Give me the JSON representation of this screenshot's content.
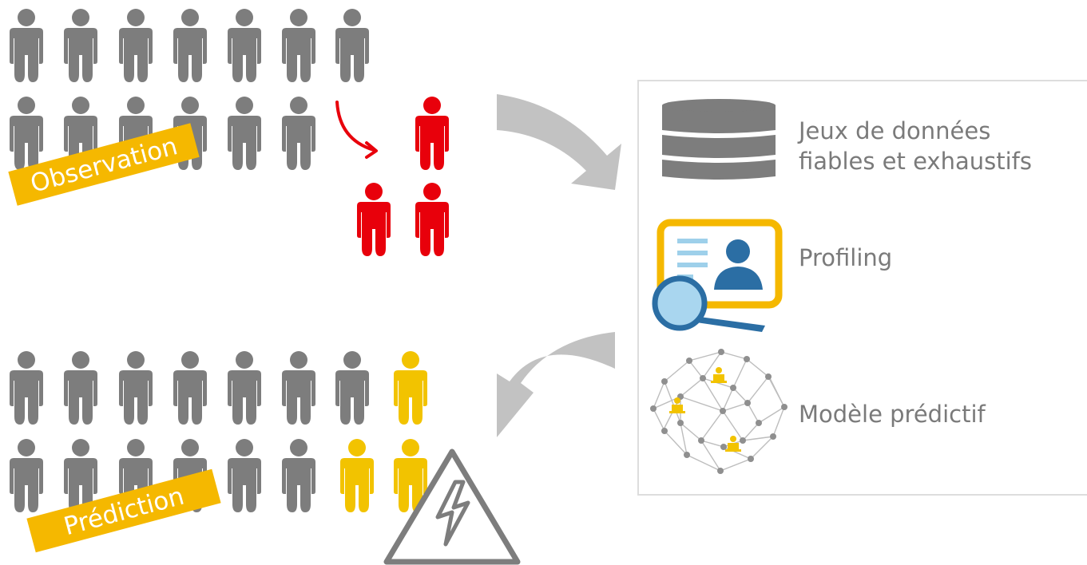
{
  "labels": {
    "observation": "Observation",
    "prediction": "Prédiction"
  },
  "panel": {
    "items": [
      {
        "icon": "database-icon",
        "text_lines": [
          "Jeux de données",
          "fiables et exhaustifs"
        ]
      },
      {
        "icon": "profile-search-icon",
        "text_lines": [
          "Profiling"
        ]
      },
      {
        "icon": "network-model-icon",
        "text_lines": [
          "Modèle prédictif"
        ]
      }
    ]
  },
  "colors": {
    "person_default": "#7d7d7d",
    "person_observed": "#e8000b",
    "person_predicted": "#f2c300",
    "tag_background": "#f5b800",
    "arrow_grey": "#c2c2c2",
    "arrow_red": "#e8000b",
    "panel_border": "#dddddd",
    "label_text": "#7a7a7a"
  },
  "icons": {
    "observation_arrow": "curved-arrow-icon",
    "flow_arrow_right": "curved-arrow-right-icon",
    "flow_arrow_left": "curved-arrow-left-icon",
    "warning": "high-voltage-warning-icon"
  }
}
